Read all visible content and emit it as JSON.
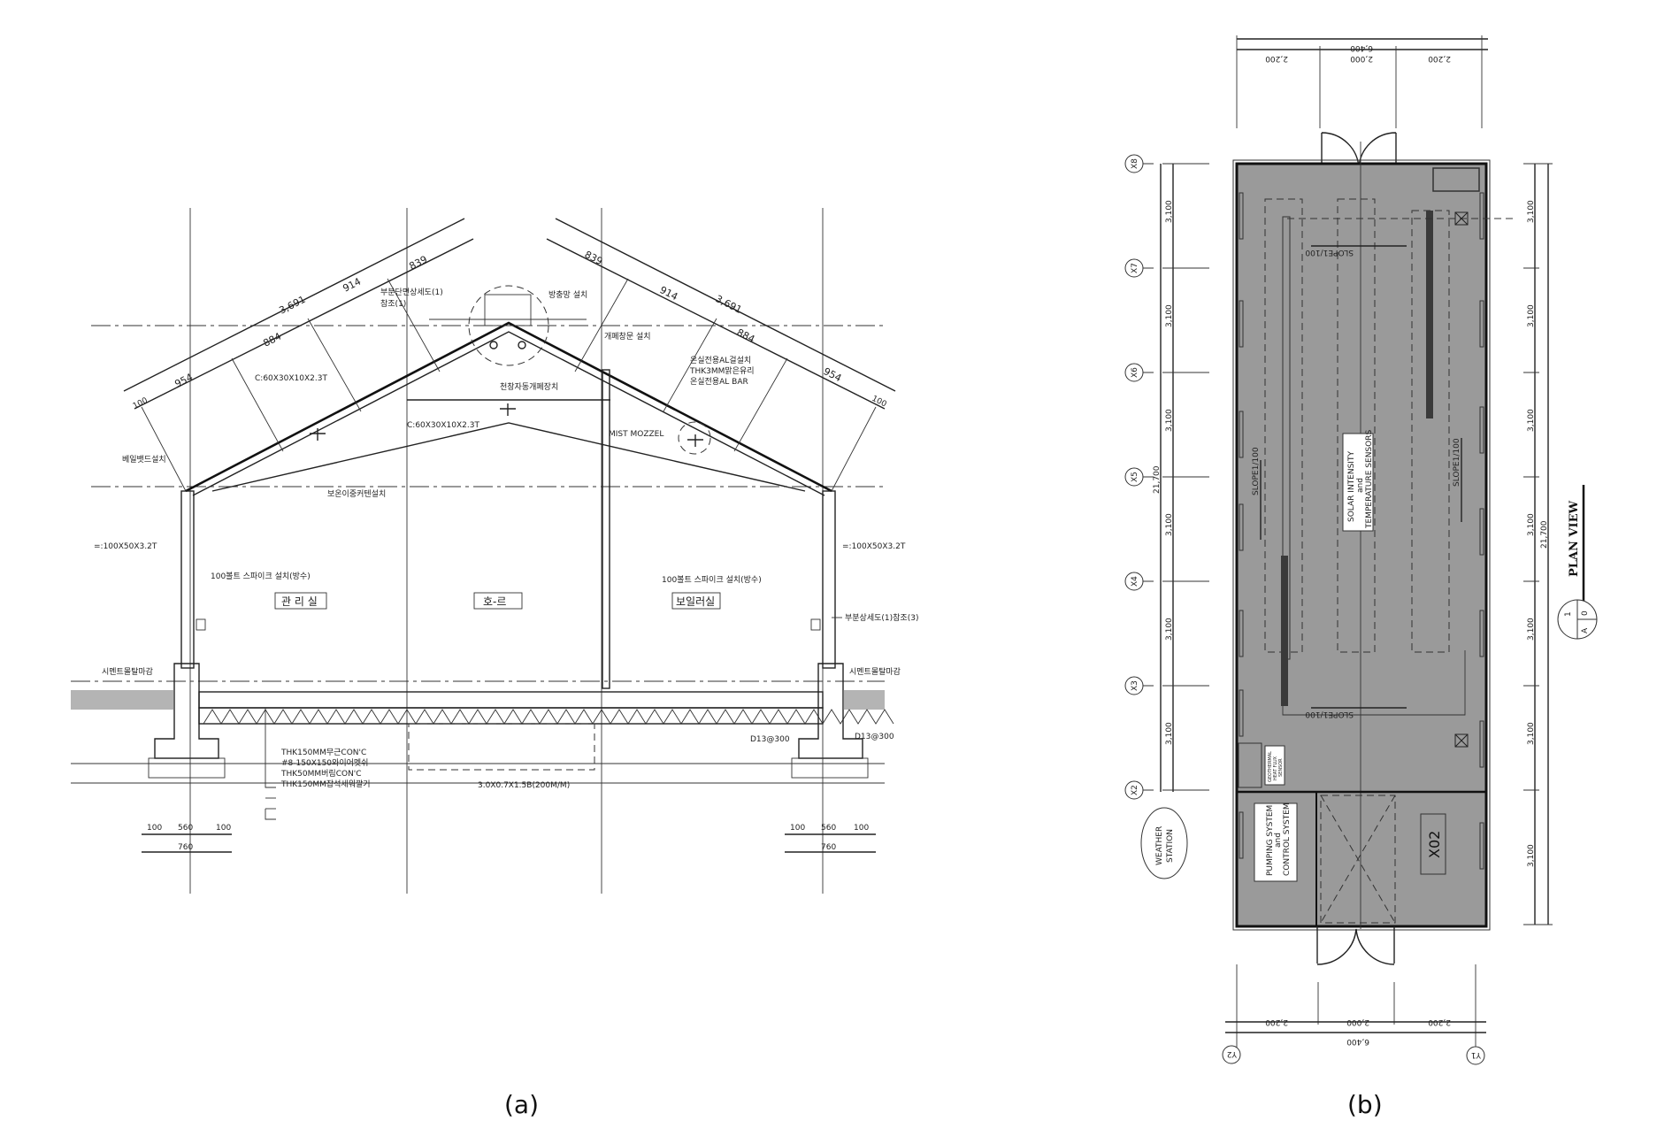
{
  "figure": {
    "captions": {
      "a": "(a)",
      "b": "(b)"
    }
  },
  "section_a": {
    "title": "Greenhouse cross-section",
    "dimensions": {
      "left_total": "3,691",
      "left_segments": [
        "954",
        "884",
        "914",
        "839"
      ],
      "left_eave": "100",
      "right_total": "3,691",
      "right_segments": [
        "839",
        "914",
        "884",
        "954"
      ],
      "right_eave": "100",
      "footing_left": [
        "100",
        "560",
        "100"
      ],
      "footing_left_total": "760",
      "footing_right": [
        "100",
        "560",
        "100"
      ],
      "footing_right_total": "760"
    },
    "labels": {
      "ridge_detail": "부분단면상세도(1)",
      "ridge_detail_ref": "참조(1)",
      "insect_net": "방충망 설치",
      "vent_window": "개폐창문 설치",
      "auto_vent": "천창자동개폐장치",
      "purlin_left": "C:60X30X10X2.3T",
      "purlin_center": "C:60X30X10X2.3T",
      "al_frame": "온실전용AL걸설치",
      "glass": "THK3MM맑은유리",
      "al_bar": "온실전용AL BAR",
      "mist": "MIST MOZZEL",
      "gutter": "베일뱃드설치",
      "insulation_curtain": "보온이중커텐설치",
      "column_left": "=:100X50X3.2T",
      "column_right": "=:100X50X3.2T",
      "bolt_left": "100볼트 스파이크 설치(방수)",
      "bolt_right": "100볼트 스파이크 설치(방수)",
      "room_mgmt": "관 리 실",
      "room_hall": "호-르",
      "room_boiler": "보일러실",
      "detail_ref_right": "부분상세도(1)참조(3)",
      "finish_left": "시멘트몰탈마감",
      "finish_right": "시멘트몰탈마감",
      "rebar_left": "D13@300",
      "rebar_right": "D13@300",
      "pit": "3.0X0.7X1.5B(200M/M)"
    },
    "slab_layers": [
      "THK150MM무근CON'C",
      "#8-150X150와이어멧쉬",
      "THK50MM버림CON'C",
      "THK150MM잡석세워깔기"
    ]
  },
  "plan_b": {
    "title": "PLAN VIEW",
    "section_marker": {
      "number": "1",
      "sheet": "A",
      "sub": "0"
    },
    "top_dims": {
      "total": "6,400",
      "segments": [
        "2,200",
        "2,000",
        "2,200"
      ]
    },
    "bottom_dims": {
      "total": "6,400",
      "segments": [
        "2,200",
        "2,000",
        "2,200"
      ]
    },
    "grid_x": [
      "X8",
      "X7",
      "X6",
      "X5",
      "X4",
      "X3",
      "X2"
    ],
    "grid_y": [
      "Y2",
      "Y1"
    ],
    "bay_dim": "3,100",
    "overall_length": "21,700",
    "labels": {
      "sensors_1": "SOLAR INTENSITY",
      "sensors_2": "and",
      "sensors_3": "TEMPERATURE SENSORS",
      "geo_1": "GEOTHERMAL",
      "geo_2": "HEAT FLUX",
      "geo_3": "SENSOR",
      "pump_1": "PUMPING SYSTEM",
      "pump_2": "and",
      "pump_3": "CONTROL SYSTEM",
      "room_x02": "X02",
      "weather_1": "WEATHER",
      "weather_2": "STATION",
      "slope": "SLOPE1/100"
    }
  }
}
